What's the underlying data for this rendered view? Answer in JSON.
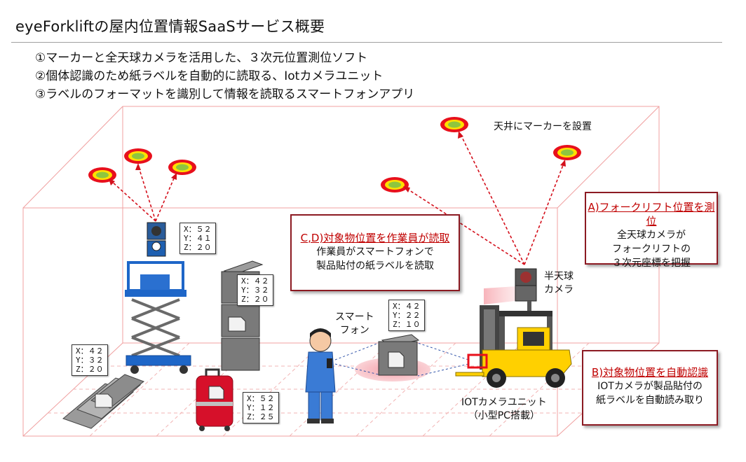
{
  "title": "eyeForkliftの屋内位置情報SaaSサービス概要",
  "points": [
    "①マーカーと全天球カメラを活用した、３次元位置測位ソフト",
    "②個体認識のため紙ラベルを自動的に読取る、Iotカメラユニット",
    "③ラベルのフォーマットを識別して情報を読取るスマートフォンアプリ"
  ],
  "labels": {
    "ceiling": "天井にマーカーを設置",
    "half_camera": [
      "半天球",
      "カメラ"
    ],
    "smartphone": [
      "スマート",
      "フォン"
    ],
    "iot_unit": [
      "IOTカメラユニット",
      "（小型PC搭載）"
    ]
  },
  "callouts": {
    "a": {
      "head": "A)フォークリフト位置を測位",
      "lines": [
        "全天球カメラが",
        "フォークリフトの",
        "３次元座標を把握"
      ]
    },
    "b": {
      "head": "B)対象物位置を自動認識",
      "lines": [
        "IOTカメラが製品貼付の",
        "紙ラベルを自動読み取り"
      ]
    },
    "cd": {
      "head": "C,D)対象物位置を作業員が読取",
      "lines": [
        "作業員がスマートフォンで",
        "製品貼付の紙ラベルを読取"
      ]
    }
  },
  "coords": {
    "lift": [
      "X：５２",
      "Y：４１",
      "Z：２０"
    ],
    "boxes": [
      "X：４２",
      "Y：３２",
      "Z：２０"
    ],
    "beams": [
      "X：４２",
      "Y：３２",
      "Z：２０"
    ],
    "suitcase": [
      "X：５２",
      "Y：１２",
      "Z：２５"
    ],
    "center_box": [
      "X：４２",
      "Y：２２",
      "Z：１０"
    ]
  },
  "colors": {
    "marker_outer": "#e8101c",
    "marker_inner": "#8ec63f",
    "callout_border": "#8c1a22",
    "callout_head": "#c00000",
    "room_line": "#f0a0a0"
  }
}
